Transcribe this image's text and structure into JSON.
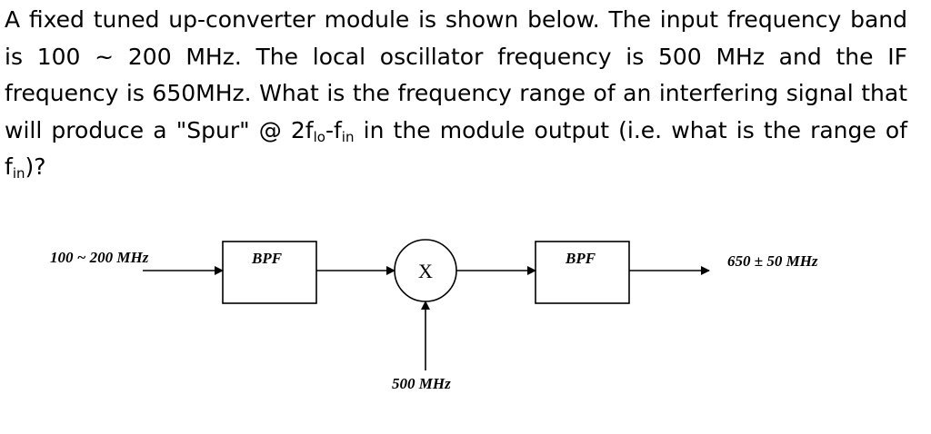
{
  "question": {
    "part1": "A fixed tuned up-converter module is shown below. The input frequency band is 100 ~ 200 MHz. The local oscillator frequency is 500 MHz and the IF frequency is 650MHz. What is the frequency range of an interfering signal that will produce a \"Spur\" @ 2f",
    "sub_lo": "lo",
    "dash": "-f",
    "sub_in": "in",
    "part2": " in the module output (i.e. what is the range of f",
    "sub_in2": "in",
    "part3": ")?"
  },
  "diagram": {
    "input_label": "100 ~ 200 MHz",
    "bpf1_label": "BPF",
    "mixer_label": "X",
    "bpf2_label": "BPF",
    "output_label": "650 ± 50 MHz",
    "lo_label": "500 MHz"
  }
}
